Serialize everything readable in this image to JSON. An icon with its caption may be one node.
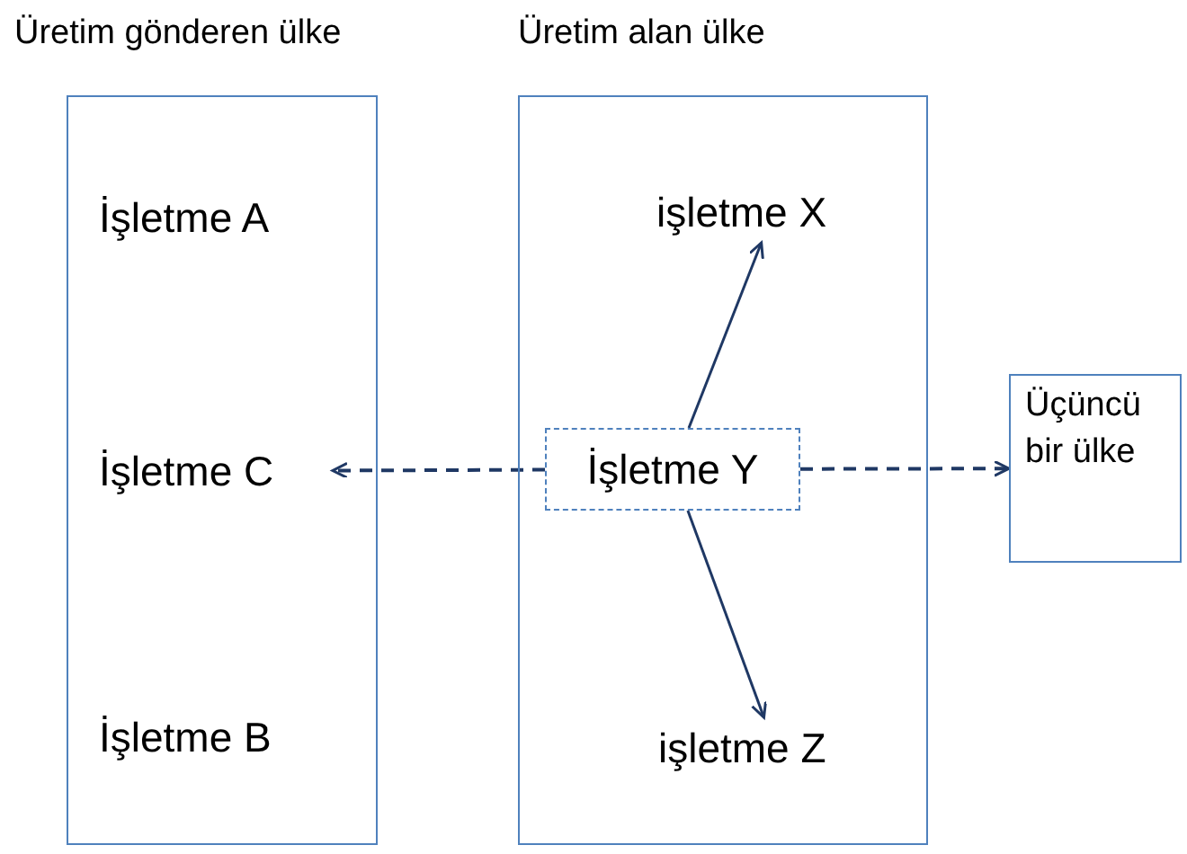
{
  "diagram": {
    "nodes": [
      {
        "text": [
          "Üretim gönderen ülke"
        ]
      },
      {
        "text": [
          "İşletme A"
        ],
        "in": 0
      },
      {
        "text": [
          "İşletme C"
        ],
        "in": 0
      },
      {
        "text": [
          "İşletme B"
        ],
        "in": 0
      },
      {
        "text": [
          "Üretim alan ülke"
        ]
      },
      {
        "text": [
          "işletme X"
        ],
        "in": 4
      },
      {
        "text": [
          "İşletme Y"
        ],
        "in": 4
      },
      {
        "text": [
          "işletme Z"
        ],
        "in": 4
      },
      {
        "text": [
          "Üçüncü bir ülke"
        ]
      }
    ],
    "edges": [
      {
        "from": 6,
        "to": 5,
        "arrow": "to"
      },
      {
        "from": 6,
        "to": 7,
        "arrow": "to"
      },
      {
        "from": 6,
        "to": 2,
        "arrow": "to",
        "style": "dashed"
      },
      {
        "from": 6,
        "to": 8,
        "arrow": "to",
        "style": "dashed"
      }
    ]
  }
}
